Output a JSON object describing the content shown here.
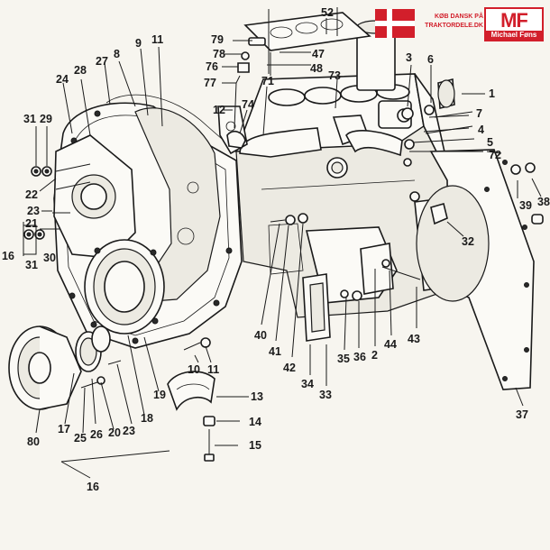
{
  "logo": {
    "slogan_line1": "KØB DANSK PÅ",
    "slogan_line2": "TRAKTORDELE.DK",
    "brand_mark": "MF",
    "brand_name": "Michael Føns",
    "colors": {
      "accent": "#d21f2b",
      "flag_cross": "#ffffff"
    }
  },
  "callouts": {
    "c1": "1",
    "c2": "2",
    "c3": "3",
    "c4": "4",
    "c5": "5",
    "c6": "6",
    "c7": "7",
    "c8": "8",
    "c9": "9",
    "c10": "10",
    "c11a": "11",
    "c11b": "11",
    "c12": "12",
    "c13": "13",
    "c14": "14",
    "c15": "15",
    "c16a": "16",
    "c16b": "16",
    "c17": "17",
    "c18": "18",
    "c19": "19",
    "c20": "20",
    "c21": "21",
    "c22": "22",
    "c23a": "23",
    "c23b": "23",
    "c24": "24",
    "c25": "25",
    "c26": "26",
    "c27": "27",
    "c28": "28",
    "c29": "29",
    "c30": "30",
    "c31a": "31",
    "c31b": "31",
    "c32": "32",
    "c33": "33",
    "c34": "34",
    "c35": "35",
    "c36": "36",
    "c37": "37",
    "c38": "38",
    "c39": "39",
    "c40": "40",
    "c41": "41",
    "c42": "42",
    "c43": "43",
    "c44": "44",
    "c47": "47",
    "c48": "48",
    "c52": "52",
    "c71": "71",
    "c72": "72",
    "c73": "73",
    "c74": "74",
    "c76": "76",
    "c77": "77",
    "c78": "78",
    "c79": "79",
    "c80": "80"
  }
}
